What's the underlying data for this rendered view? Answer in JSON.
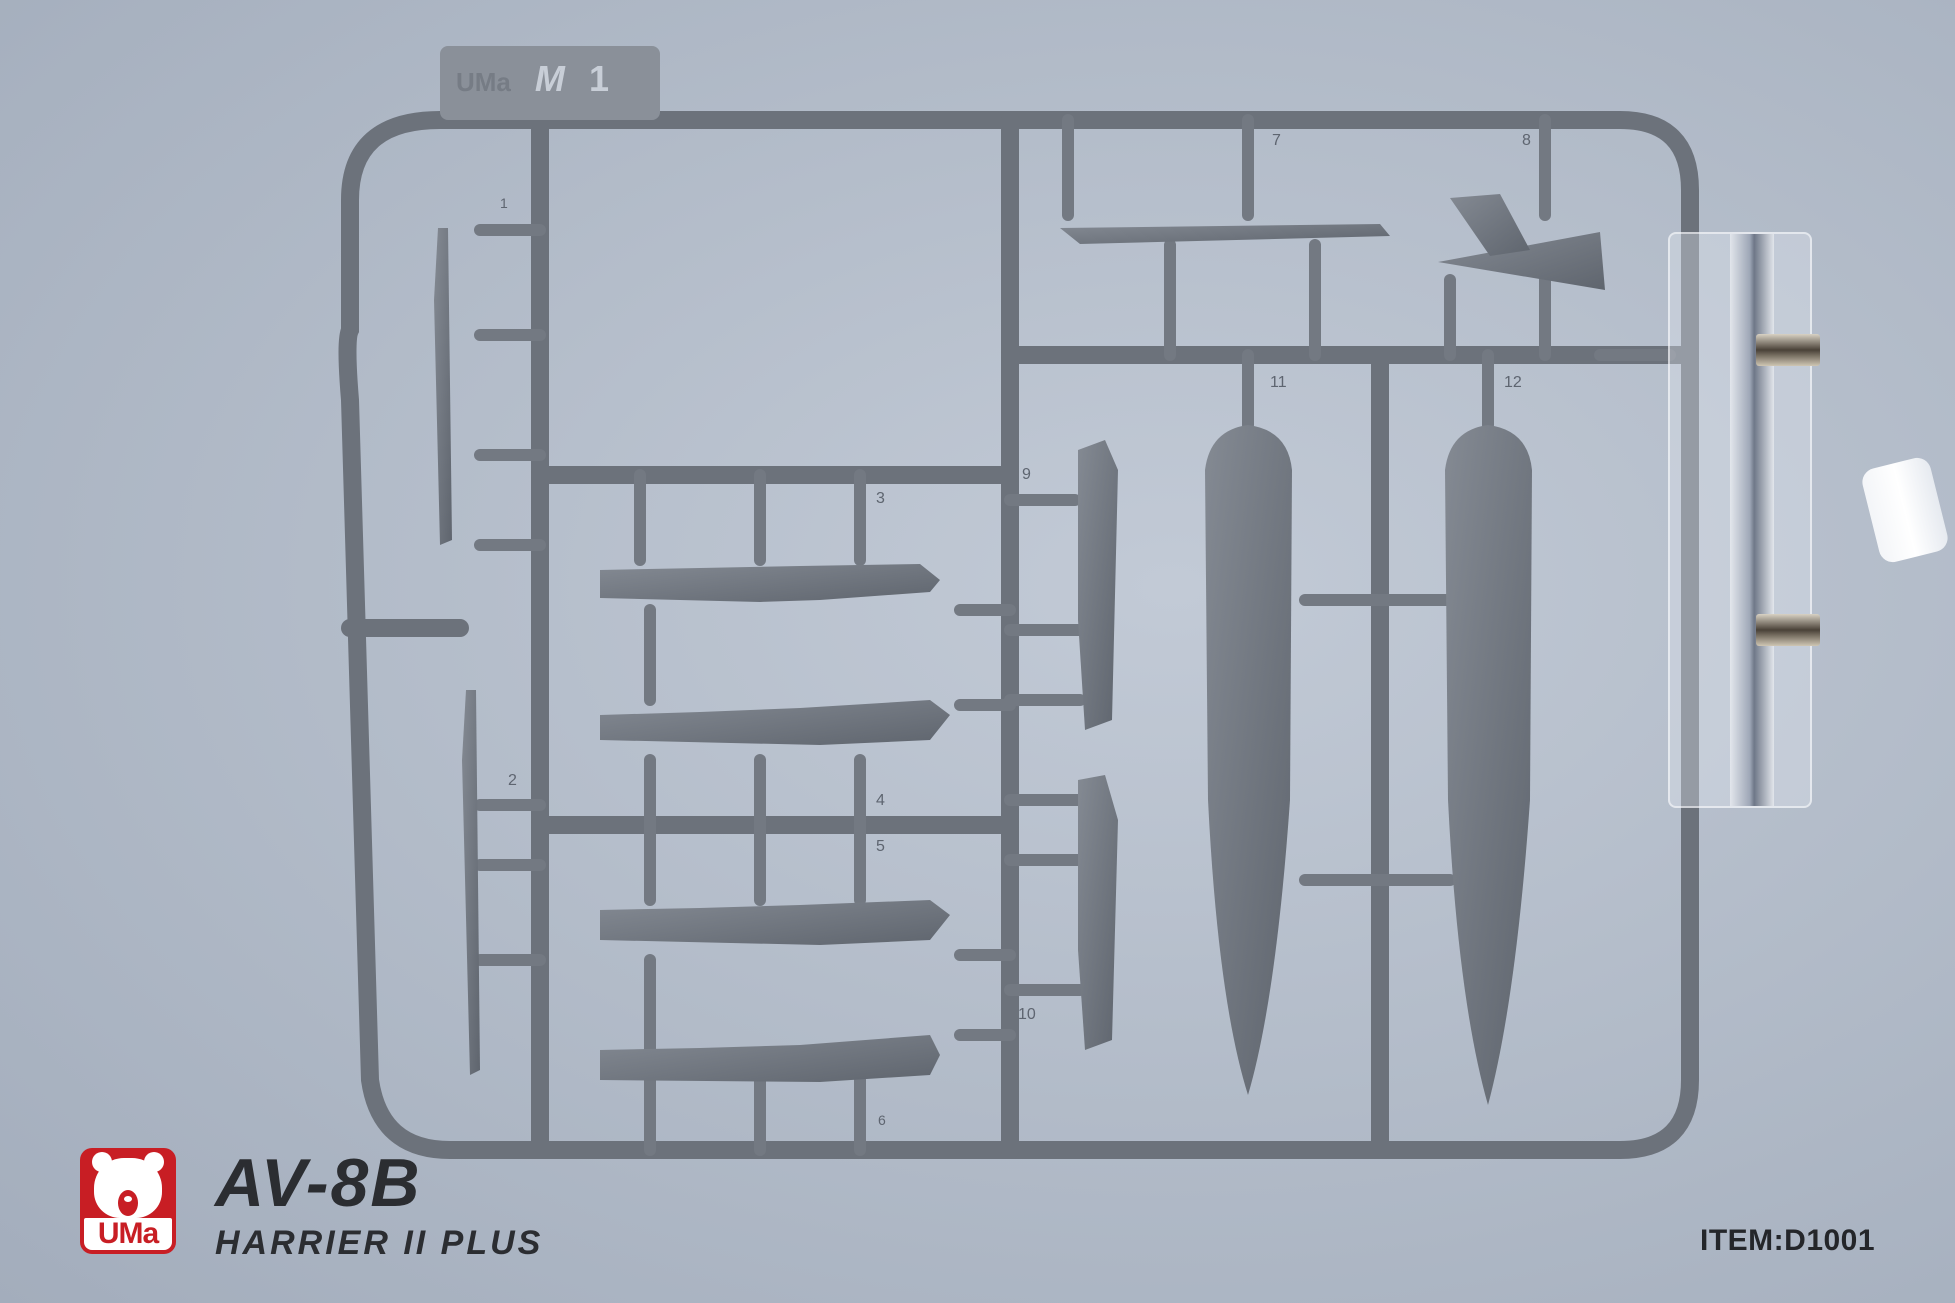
{
  "photo": {
    "subject": "plastic model kit sprue",
    "background_color": "#b4bdca",
    "plastic_color": "#6f757e"
  },
  "sprue": {
    "tab_brand": "UMa",
    "tab_letter": "M",
    "tab_number": "1",
    "part_numbers": [
      "1",
      "2",
      "3",
      "4",
      "5",
      "6",
      "7",
      "8",
      "9",
      "10",
      "11",
      "12"
    ]
  },
  "branding": {
    "logo_text": "UMa",
    "logo_color": "#c81e24",
    "model_title": "AV-8B",
    "model_subtitle": "HARRIER II PLUS",
    "item_code": "ITEM:D1001"
  }
}
